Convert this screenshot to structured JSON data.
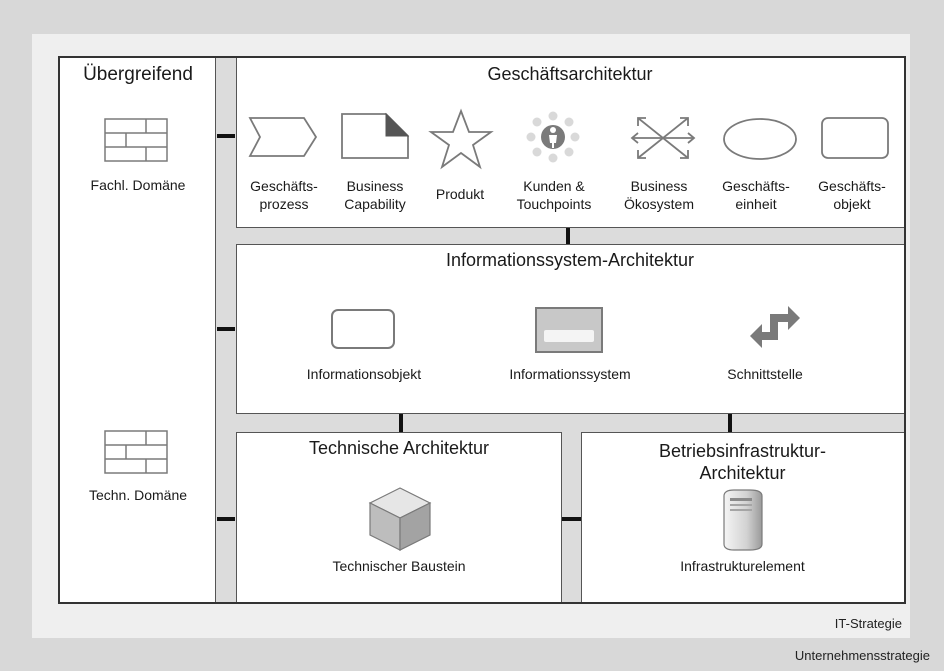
{
  "outer": {
    "label": "Unternehmensstrategie"
  },
  "it": {
    "label": "IT-Strategie"
  },
  "left": {
    "title": "Übergreifend",
    "fach": {
      "label": "Fachl. Domäne",
      "icon": "domain-grid-icon"
    },
    "tech": {
      "label": "Techn. Domäne",
      "icon": "domain-grid-icon"
    }
  },
  "geschaeft": {
    "title": "Geschäftsarchitektur",
    "items": [
      {
        "line1": "Geschäfts-",
        "line2": "prozess",
        "icon": "chevron-process-icon"
      },
      {
        "line1": "Business",
        "line2": "Capability",
        "icon": "folded-page-icon"
      },
      {
        "line1": "Produkt",
        "line2": "",
        "icon": "star-icon"
      },
      {
        "line1": "Kunden &",
        "line2": "Touchpoints",
        "icon": "customer-touchpoints-icon"
      },
      {
        "line1": "Business",
        "line2": "Ökosystem",
        "icon": "arrows-out-icon"
      },
      {
        "line1": "Geschäfts-",
        "line2": "einheit",
        "icon": "ellipse-icon"
      },
      {
        "line1": "Geschäfts-",
        "line2": "objekt",
        "icon": "rounded-rect-icon"
      }
    ]
  },
  "info": {
    "title": "Informationssystem-Architektur",
    "items": [
      {
        "label": "Informationsobjekt",
        "icon": "rounded-rect-icon"
      },
      {
        "label": "Informationssystem",
        "icon": "system-box-icon"
      },
      {
        "label": "Schnittstelle",
        "icon": "interface-arrow-icon"
      }
    ]
  },
  "tech": {
    "title": "Technische Architektur",
    "item": {
      "label": "Technischer Baustein",
      "icon": "cube-icon"
    }
  },
  "betrieb": {
    "title_line1": "Betriebsinfrastruktur-",
    "title_line2": "Architektur",
    "item": {
      "label": "Infrastrukturelement",
      "icon": "server-icon"
    }
  },
  "colors": {
    "icon_stroke": "#7a7a7a",
    "icon_fill": "#c8c8c8",
    "border": "#333333",
    "background": "#d8d8d8"
  }
}
